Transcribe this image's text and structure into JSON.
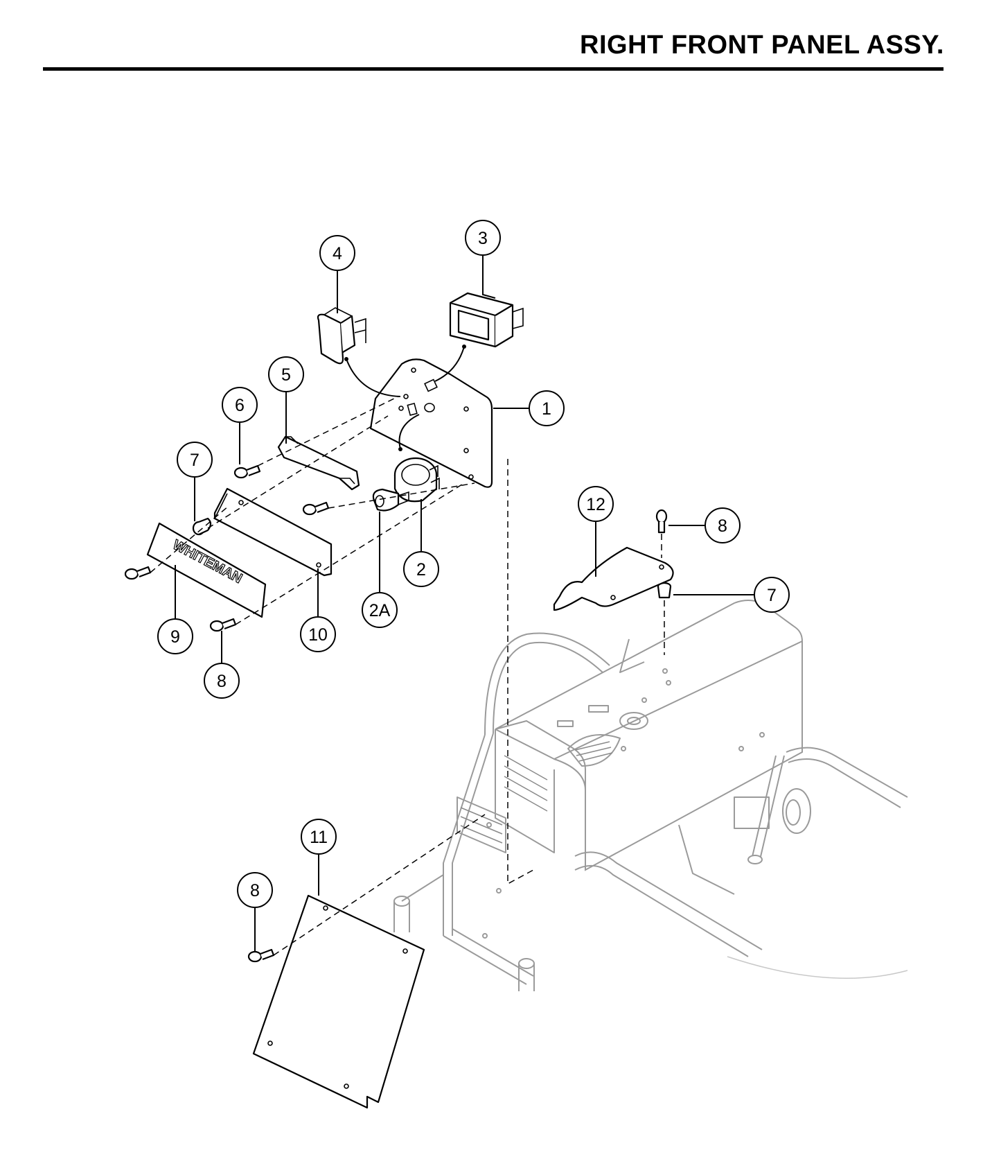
{
  "page": {
    "title": "RIGHT FRONT PANEL ASSY."
  },
  "diagram": {
    "callouts": [
      {
        "id": "c1",
        "label": "1"
      },
      {
        "id": "c2",
        "label": "2"
      },
      {
        "id": "c2a",
        "label": "2A"
      },
      {
        "id": "c3",
        "label": "3"
      },
      {
        "id": "c4",
        "label": "4"
      },
      {
        "id": "c5",
        "label": "5"
      },
      {
        "id": "c6",
        "label": "6"
      },
      {
        "id": "c7a",
        "label": "7"
      },
      {
        "id": "c7b",
        "label": "7"
      },
      {
        "id": "c8a",
        "label": "8"
      },
      {
        "id": "c8b",
        "label": "8"
      },
      {
        "id": "c8c",
        "label": "8"
      },
      {
        "id": "c9",
        "label": "9"
      },
      {
        "id": "c10",
        "label": "10"
      },
      {
        "id": "c11",
        "label": "11"
      },
      {
        "id": "c12",
        "label": "12"
      }
    ],
    "logo_text": "WHITEMAN"
  }
}
